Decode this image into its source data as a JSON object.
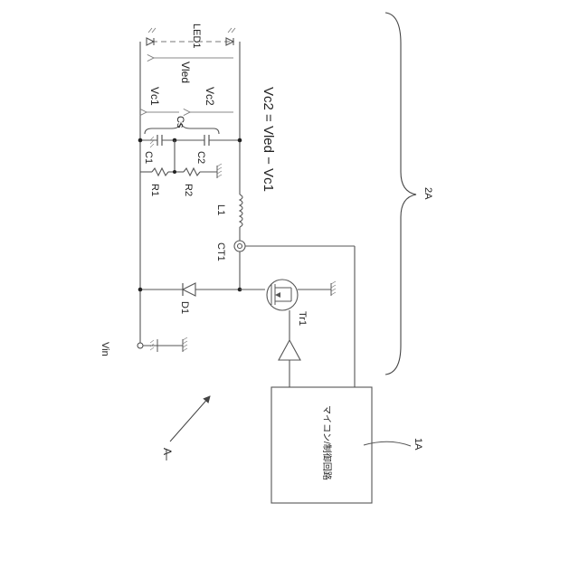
{
  "labels": {
    "led": "LED1",
    "vc1": "Vc1",
    "vled": "Vled",
    "vc2": "Vc2",
    "cs": "Cs",
    "c1": "C1",
    "c2": "C2",
    "r1": "R1",
    "r2": "R2",
    "l1": "L1",
    "ct1": "CT1",
    "d1": "D1",
    "tr1": "Tr1",
    "vin": "Vin",
    "arrow_a": "A",
    "controller": "マイコン/制御回路",
    "ref_1a": "1A",
    "ref_2a": "2A"
  },
  "equation": "Vc2 = Vled − Vc1"
}
